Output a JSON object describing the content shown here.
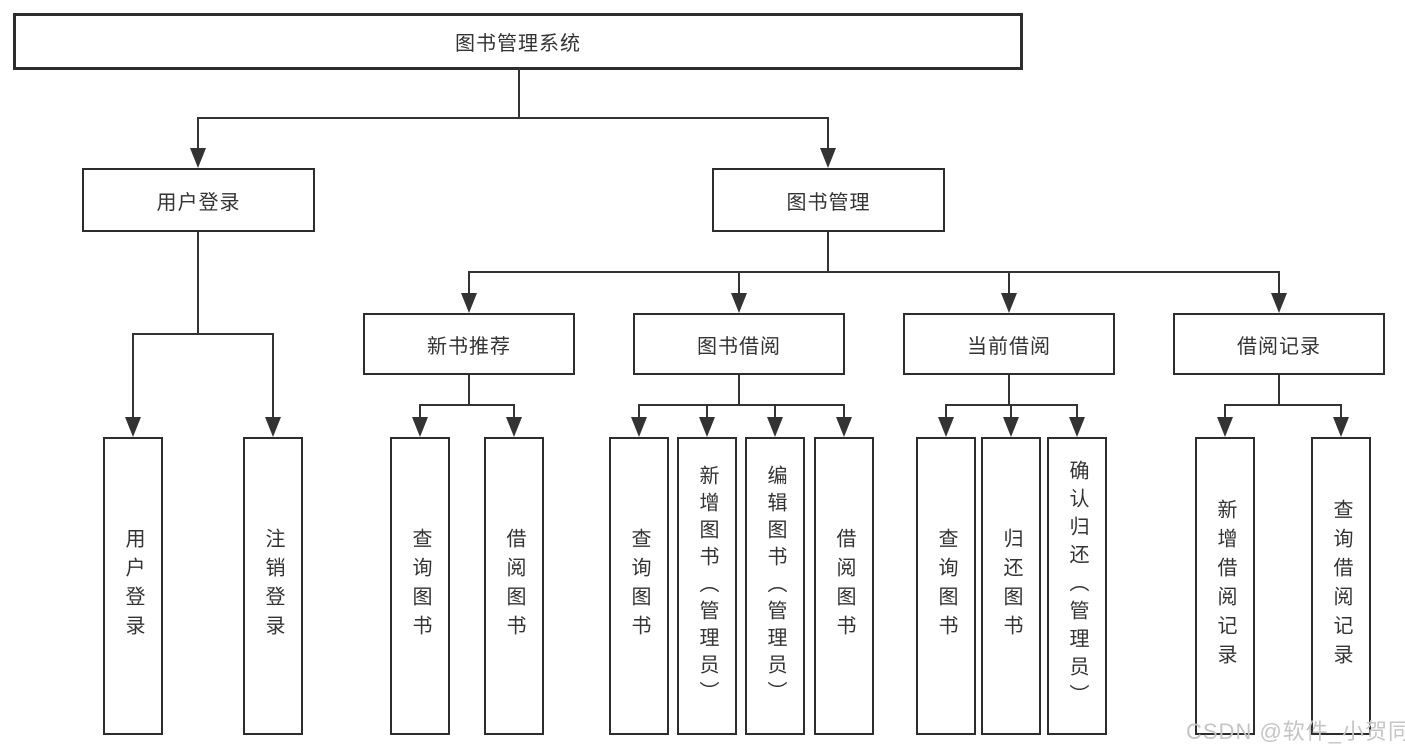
{
  "colors": {
    "line": "#333333",
    "box_border": "#2d2d2d",
    "text": "#333333",
    "background": "#ffffff",
    "watermark": "#c5c5c5"
  },
  "tree": {
    "label": "图书管理系统",
    "children": [
      {
        "label": "用户登录",
        "children": [
          {
            "label": "用户登录"
          },
          {
            "label": "注销登录"
          }
        ]
      },
      {
        "label": "图书管理",
        "children": [
          {
            "label": "新书推荐",
            "children": [
              {
                "label": "查询图书"
              },
              {
                "label": "借阅图书"
              }
            ]
          },
          {
            "label": "图书借阅",
            "children": [
              {
                "label": "查询图书"
              },
              {
                "label": "新增图书（管理员）"
              },
              {
                "label": "编辑图书（管理员）"
              },
              {
                "label": "借阅图书"
              }
            ]
          },
          {
            "label": "当前借阅",
            "children": [
              {
                "label": "查询图书"
              },
              {
                "label": "归还图书"
              },
              {
                "label": "确认归还（管理员）"
              }
            ]
          },
          {
            "label": "借阅记录",
            "children": [
              {
                "label": "新增借阅记录"
              },
              {
                "label": "查询借阅记录"
              }
            ]
          }
        ]
      }
    ]
  },
  "watermark": {
    "text": "CSDN @软件_小贺同学"
  }
}
